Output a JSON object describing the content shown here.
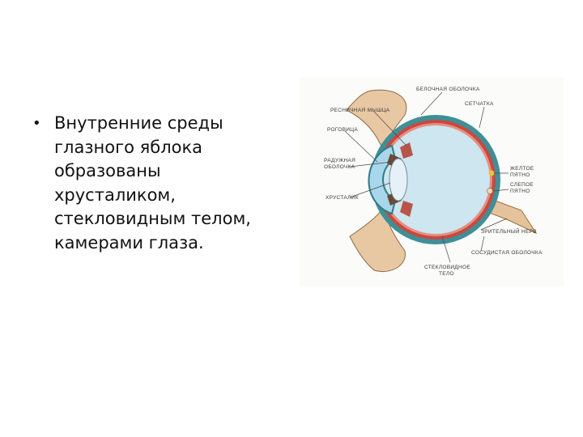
{
  "slide": {
    "bullet": "•",
    "text_lines": [
      "Внутренние среды",
      "глазного яблока",
      "образованы",
      "хрусталиком,",
      "стекловидным телом,",
      "камерами глаза."
    ]
  },
  "diagram": {
    "labels": {
      "sclera": "БЕЛОЧНАЯ ОБОЛОЧКА",
      "ciliary_muscle": "РЕСНИЧНАЯ МЫШЦА",
      "retina": "СЕТЧАТКА",
      "cornea": "РОГОВИЦА",
      "iris_1": "РАДУЖНАЯ",
      "iris_2": "ОБОЛОЧКА",
      "yellow_spot_1": "ЖЕЛТОЕ",
      "yellow_spot_2": "ПЯТНО",
      "blind_spot_1": "СЛЕПОЕ",
      "blind_spot_2": "ПЯТНО",
      "lens": "ХРУСТАЛИК",
      "optic_nerve": "ЗРИТЕЛЬНЫЙ НЕРВ",
      "choroid": "СОСУДИСТАЯ ОБОЛОЧКА",
      "vitreous_1": "СТЕКЛОВИДНОЕ",
      "vitreous_2": "ТЕЛО"
    },
    "colors": {
      "sclera": "#3f8f97",
      "choroid": "#c9493f",
      "vitreous": "#cde6f0",
      "eyelid": "#e8c8a2",
      "lens": "#e6f1f7"
    }
  }
}
